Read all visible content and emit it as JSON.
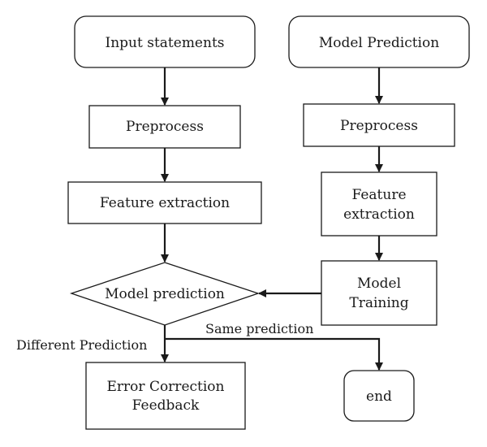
{
  "nodes": {
    "input": {
      "label": "Input statements"
    },
    "preprocess_left": {
      "label": "Preprocess"
    },
    "feature_left": {
      "label": "Feature extraction"
    },
    "model_prediction_diamond": {
      "label": "Model prediction"
    },
    "error_correction": {
      "line1": "Error Correction",
      "line2": "Feedback"
    },
    "model_prediction_top": {
      "label": "Model Prediction"
    },
    "preprocess_right": {
      "label": "Preprocess"
    },
    "feature_right": {
      "line1": "Feature",
      "line2": "extraction"
    },
    "model_training": {
      "line1": "Model",
      "line2": "Training"
    },
    "end": {
      "label": "end"
    }
  },
  "edges": {
    "different": "Different Prediction",
    "same": "Same prediction"
  },
  "colors": {
    "stroke": "#1a1a1a",
    "fill": "#ffffff"
  }
}
